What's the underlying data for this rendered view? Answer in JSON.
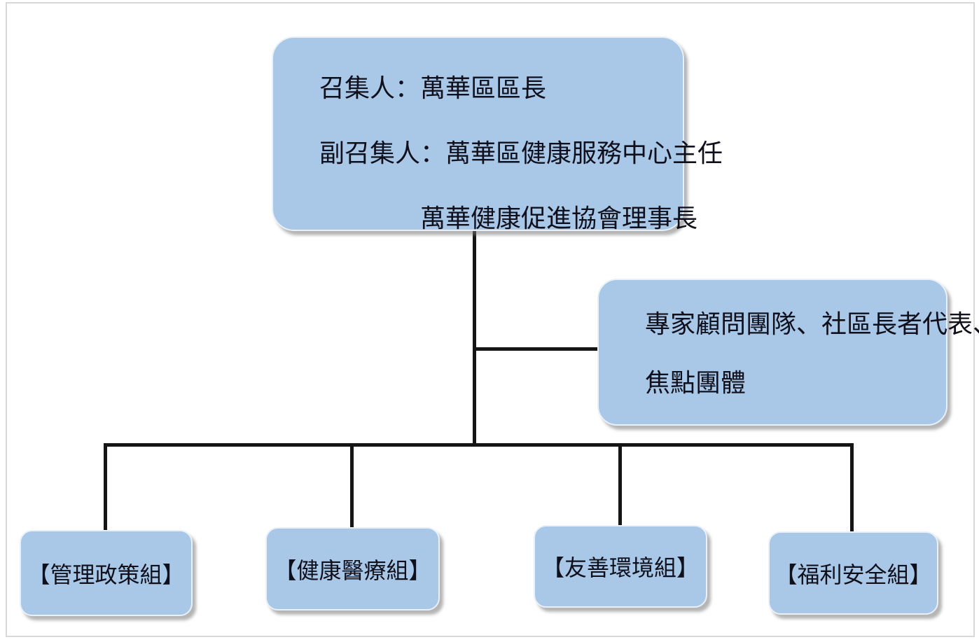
{
  "page": {
    "background": "#ffffff",
    "frame_color": "#d8d8d8"
  },
  "colors": {
    "box_fill": "#a9c7e7",
    "box_edge": "#e9f0f8",
    "connector": "#151515",
    "text": "#10101c"
  },
  "chart": {
    "type": "org-chart",
    "leader_box": {
      "line1": "召集人：萬華區區長",
      "line2": "副召集人：萬華區健康服務中心主任",
      "line3": "萬華健康促進協會理事長"
    },
    "advisor_box": {
      "line1": "專家顧問團隊、社區長者代表、",
      "line2": "焦點團體"
    },
    "groups": [
      {
        "label": "【管理政策組】"
      },
      {
        "label": "【健康醫療組】"
      },
      {
        "label": "【友善環境組】"
      },
      {
        "label": "【福利安全組】"
      }
    ]
  }
}
